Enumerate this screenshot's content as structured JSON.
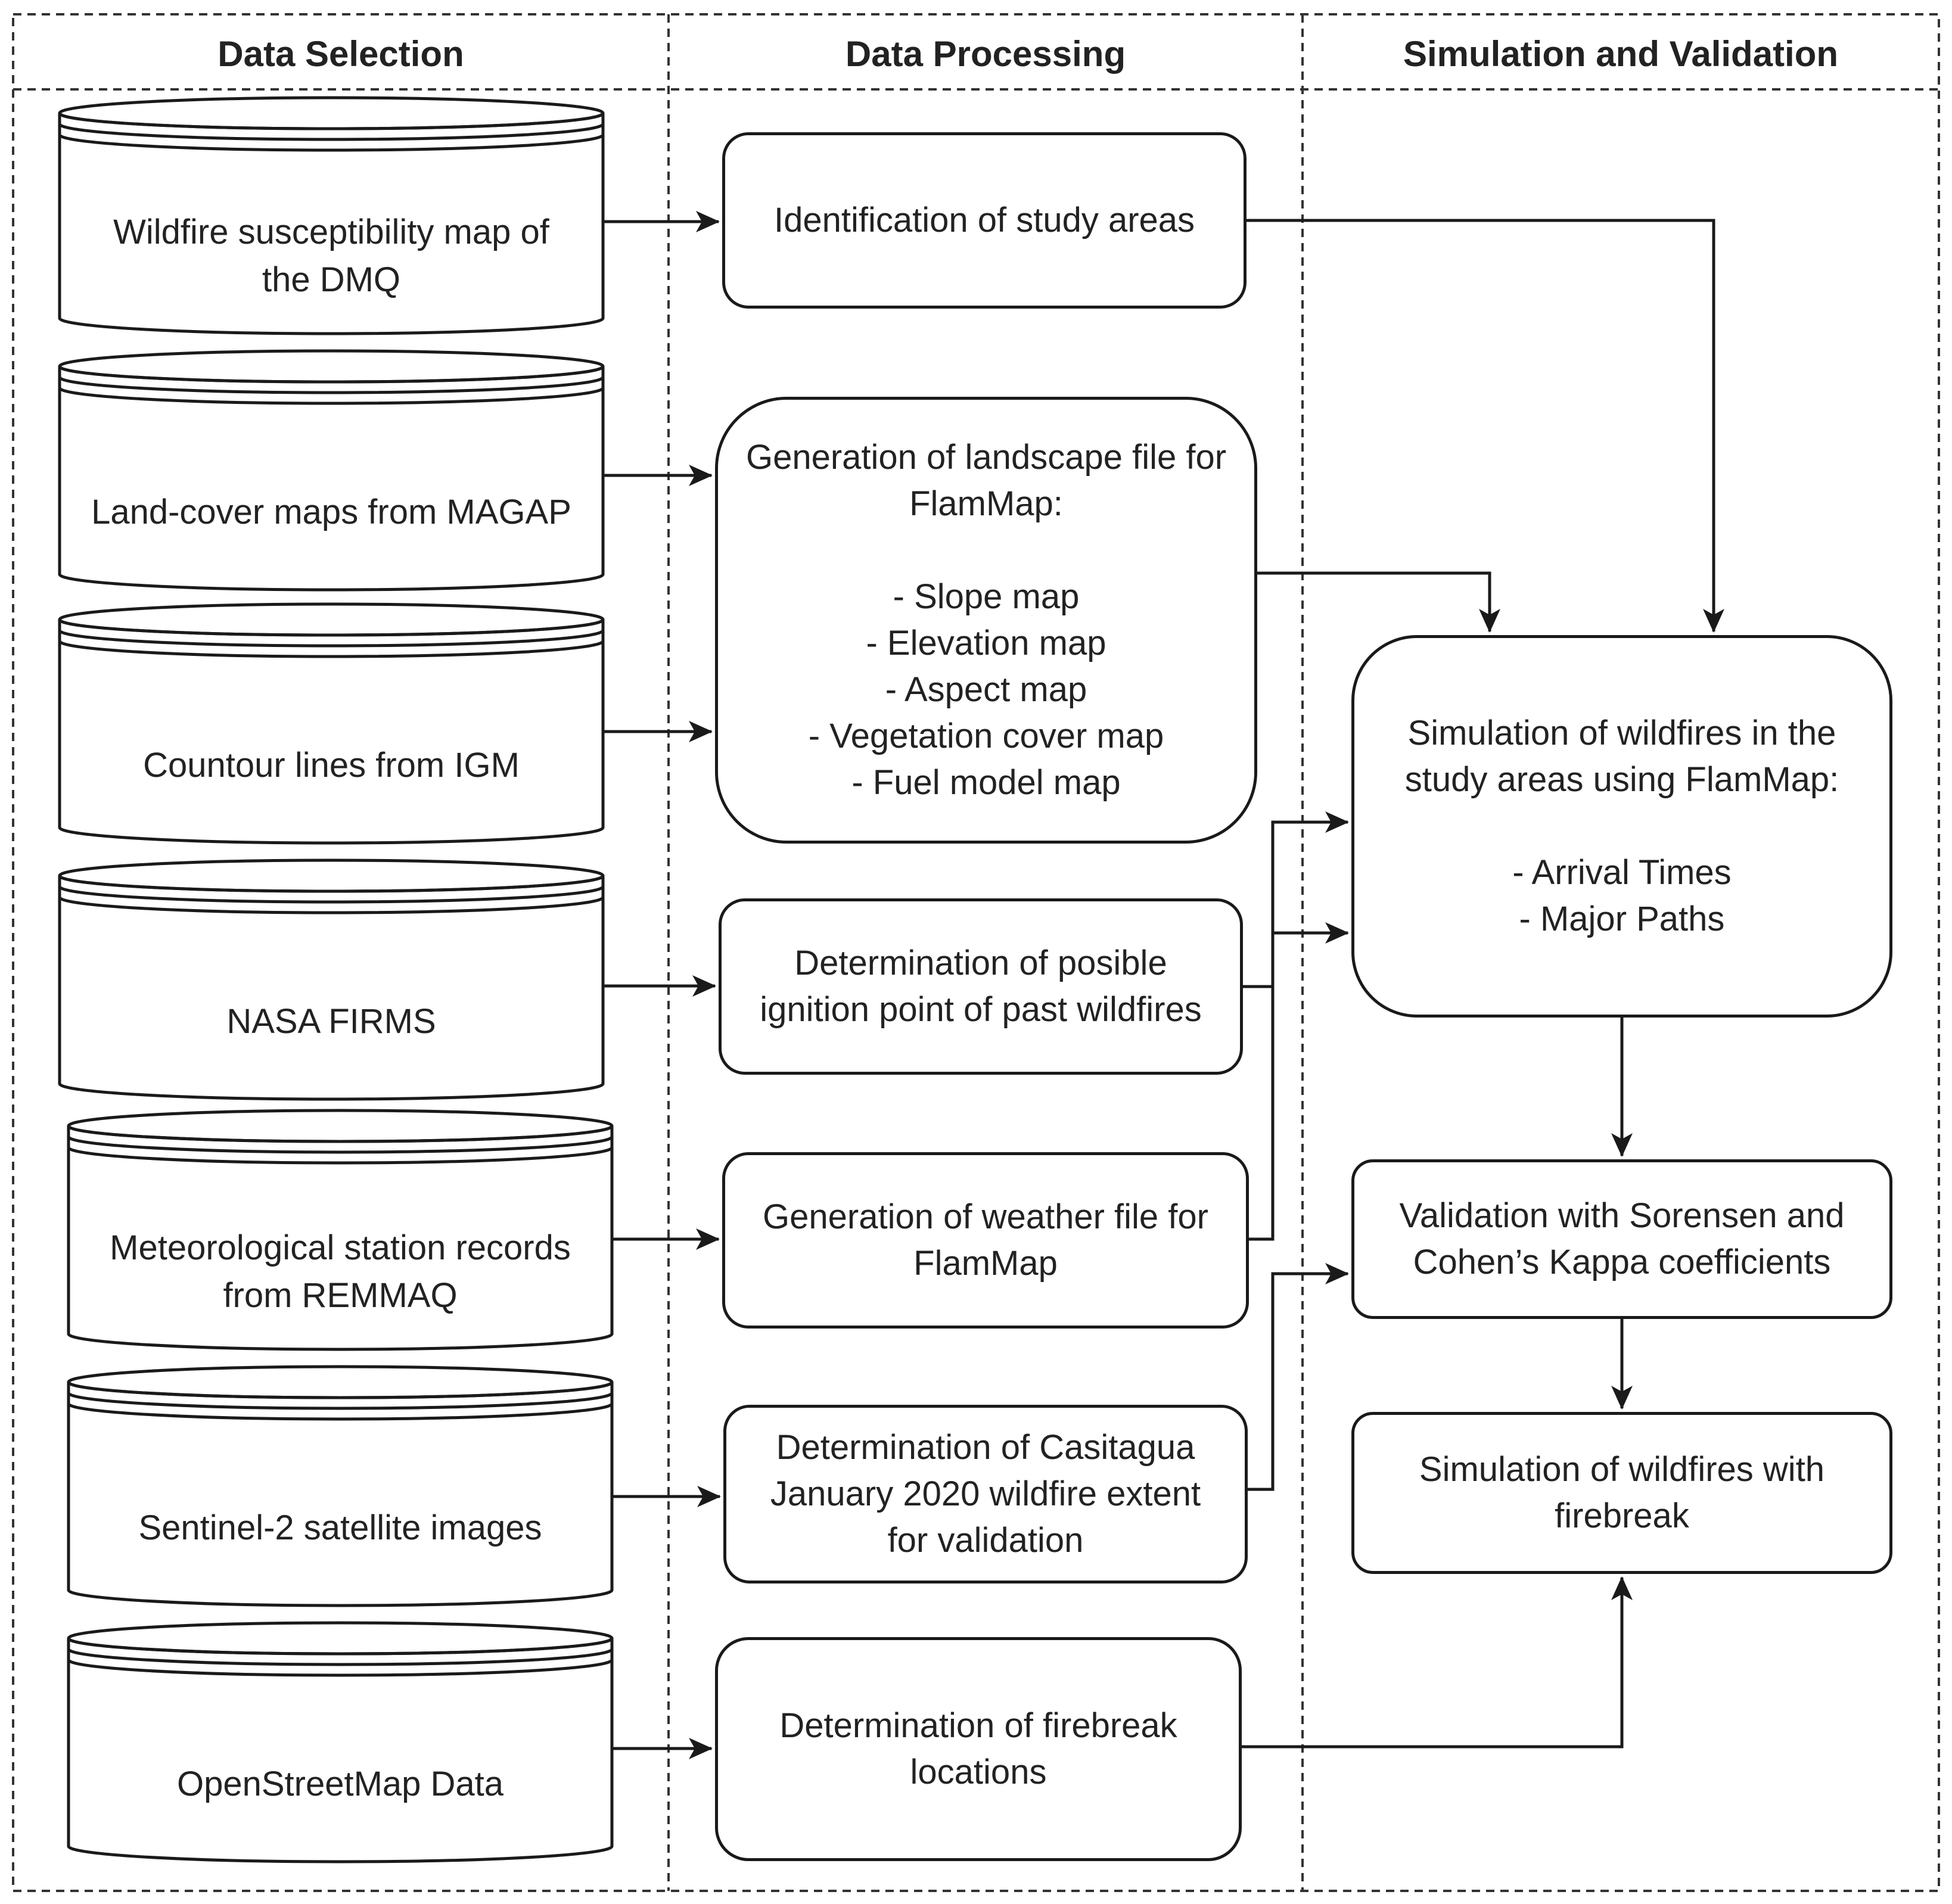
{
  "lanes": {
    "data_selection": "Data Selection",
    "data_processing": "Data Processing",
    "simulation_validation": "Simulation and Validation"
  },
  "sources": [
    "Wildfire susceptibility map of\nthe DMQ",
    "Land-cover maps from MAGAP",
    "Countour lines from IGM",
    "NASA FIRMS",
    "Meteorological station records\nfrom REMMAQ",
    "Sentinel-2 satellite images",
    "OpenStreetMap Data"
  ],
  "processing": [
    "Identification of study areas",
    "Generation of landscape file for\nFlamMap:\n\n- Slope map\n- Elevation map\n- Aspect map\n- Vegetation cover map\n- Fuel model map",
    "Determination of posible\nignition point of past wildfires",
    "Generation of weather file for\nFlamMap",
    "Determination of Casitagua\nJanuary 2020 wildfire extent\nfor validation",
    "Determination of firebreak\nlocations"
  ],
  "simulation": [
    "Simulation of wildfires in the\nstudy areas using FlamMap:\n\n- Arrival Times\n- Major Paths",
    "Validation with Sorensen and\nCohen’s Kappa coefficients",
    "Simulation of wildfires with\nfirebreak"
  ]
}
